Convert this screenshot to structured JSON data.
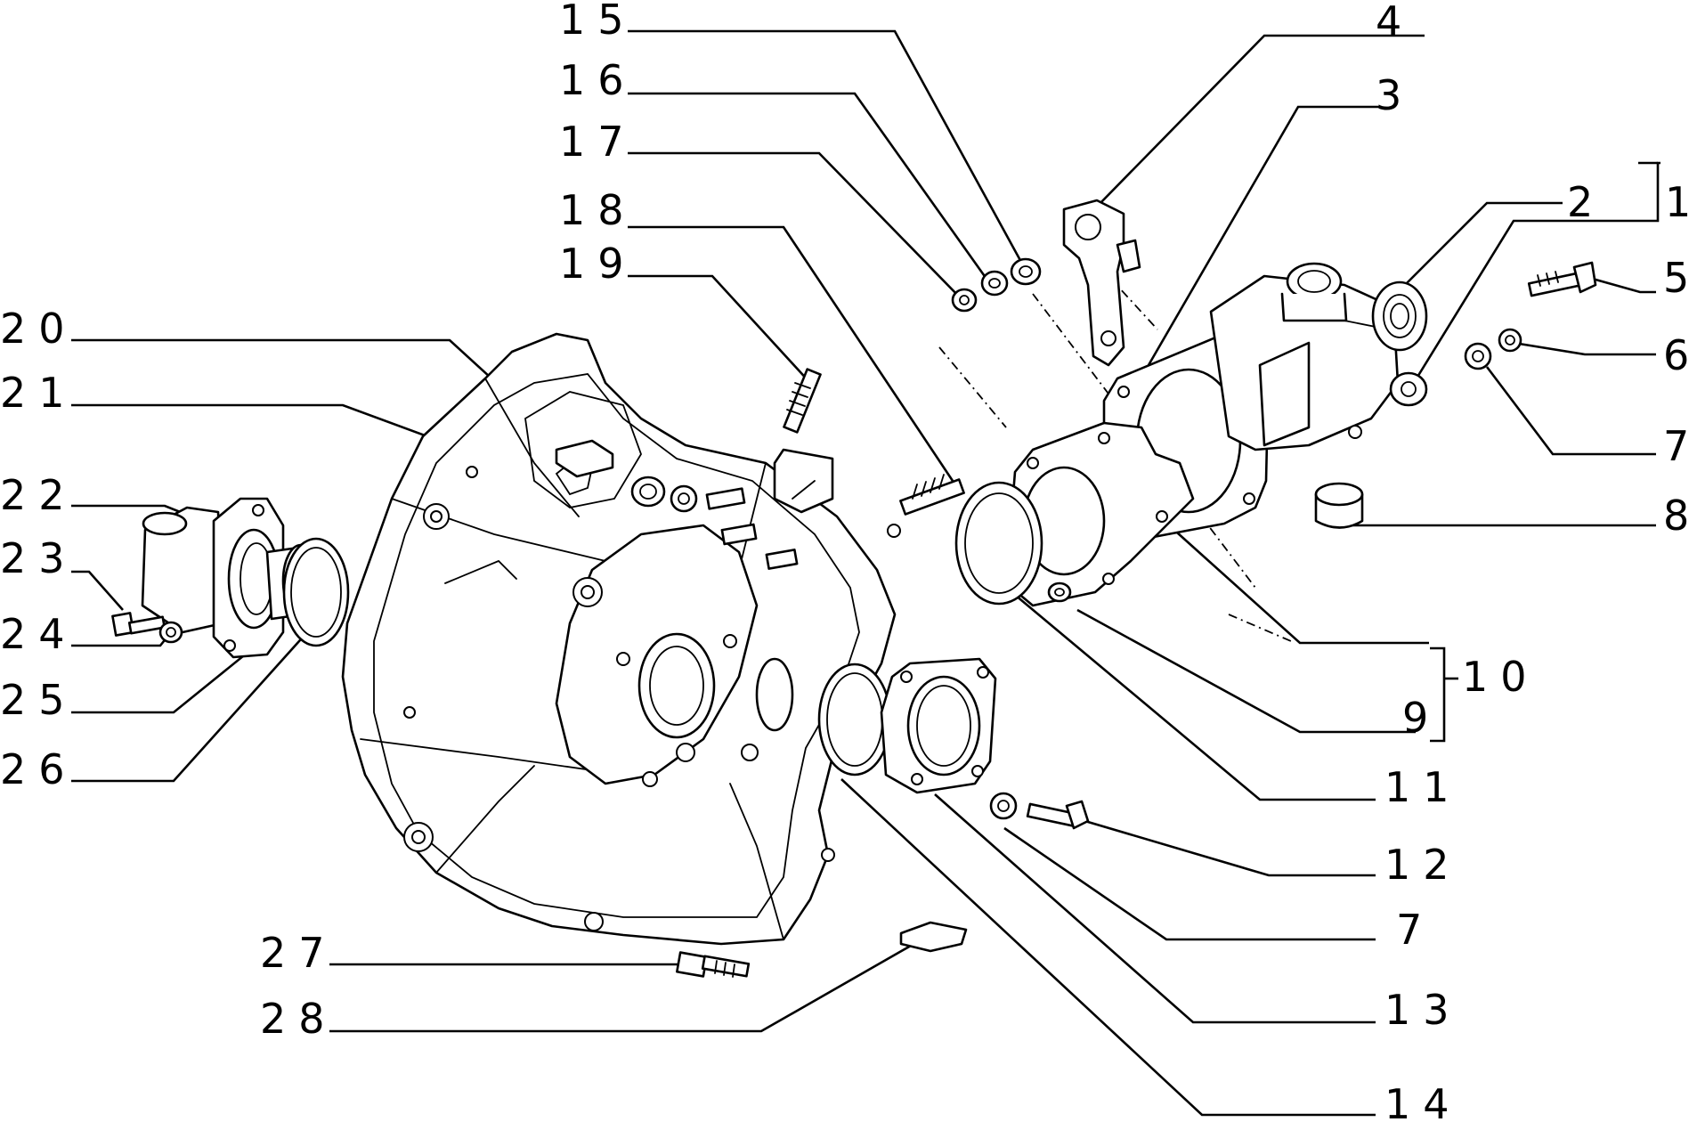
{
  "diagram": {
    "callouts": {
      "c1": "1",
      "c2": "2",
      "c3": "3",
      "c4": "4",
      "c5": "5",
      "c6": "6",
      "c7a": "7",
      "c7b": "7",
      "c8": "8",
      "c9": "9",
      "c10": "10",
      "c11": "11",
      "c12": "12",
      "c13": "13",
      "c14": "14",
      "c15": "15",
      "c16": "16",
      "c17": "17",
      "c18": "18",
      "c19": "19",
      "c20": "20",
      "c21": "21",
      "c22": "22",
      "c23": "23",
      "c24": "24",
      "c25": "25",
      "c26": "26",
      "c27": "27",
      "c28": "28"
    }
  }
}
